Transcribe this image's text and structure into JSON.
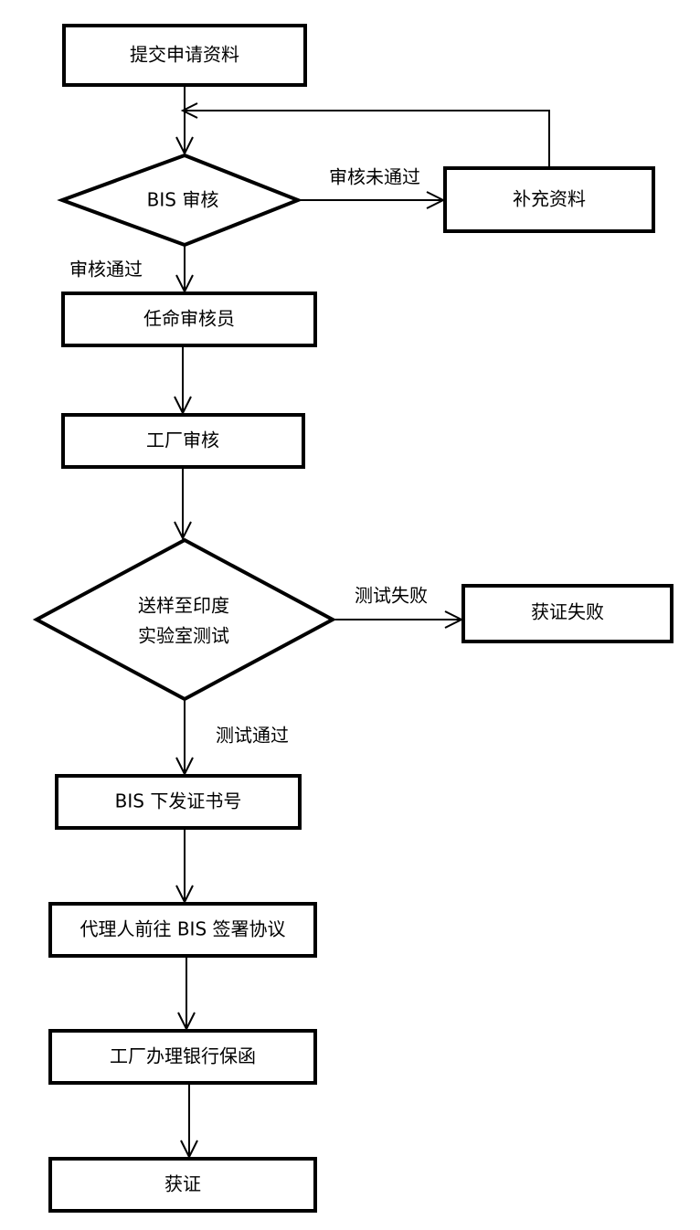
{
  "nodes": {
    "submit": "提交申请资料",
    "bis_review": "BIS 审核",
    "supplement": "补充资料",
    "appoint_auditor": "任命审核员",
    "factory_audit": "工厂审核",
    "lab_test_line1": "送样至印度",
    "lab_test_line2": "实验室测试",
    "cert_failed": "获证失败",
    "bis_issue_number": "BIS 下发证书号",
    "agent_sign": "代理人前往 BIS 签署协议",
    "bank_guarantee": "工厂办理银行保函",
    "certified": "获证"
  },
  "edges": {
    "review_failed": "审核未通过",
    "review_passed": "审核通过",
    "test_failed": "测试失败",
    "test_passed": "测试通过"
  }
}
